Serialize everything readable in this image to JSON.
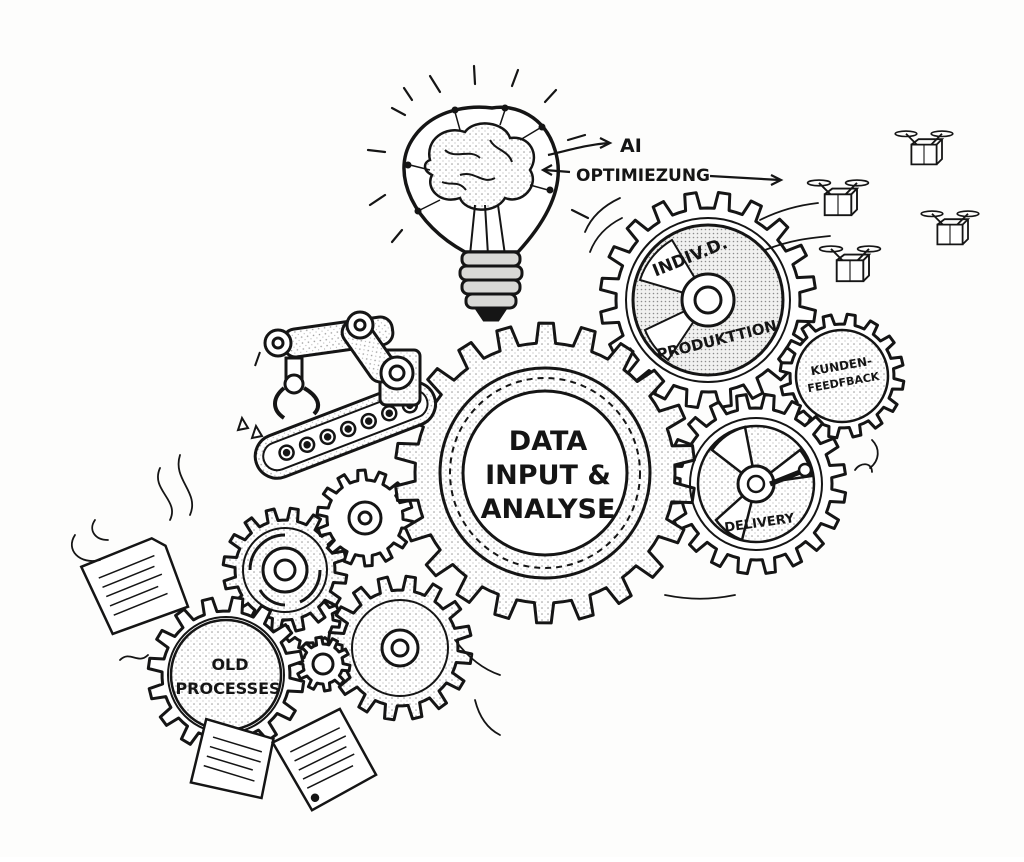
{
  "diagram": {
    "ai_label_line1": "AI",
    "ai_label_line2": "OPTIMIEZUNG",
    "center_gear_line1": "DATA",
    "center_gear_line2": "INPUT &",
    "center_gear_line3": "ANALYSE",
    "indiv_gear_top": "INDIV.D.",
    "indiv_gear_bottom": "PRODUKTTION",
    "feedback_line1": "KUNDEN-",
    "feedback_line2": "FEEDFBACK",
    "delivery_label": "DELIVERY",
    "old_line1": "OLD",
    "old_line2": "PROCESSES"
  },
  "colors": {
    "ink": "#151515",
    "paper": "#fdfdfc",
    "shade": "#d9d9d6"
  }
}
